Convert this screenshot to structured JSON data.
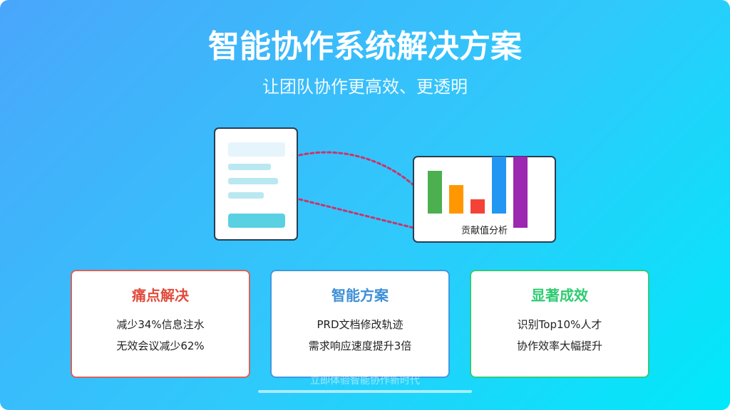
{
  "header": {
    "title": "智能协作系统解决方案",
    "subtitle": "让团队协作更高效、更透明"
  },
  "illustration": {
    "chart_caption": "贡献值分析",
    "bars": [
      {
        "color": "#4caf50",
        "level": 0.6
      },
      {
        "color": "#ff9800",
        "level": 0.4
      },
      {
        "color": "#f44336",
        "level": 0.2
      },
      {
        "color": "#2196f3",
        "level": 0.8
      },
      {
        "color": "#9c27b0",
        "level": 1.0
      }
    ],
    "connector_color": "#c9356b"
  },
  "cards": [
    {
      "title": "痛点解决",
      "title_color": "#e14b3b",
      "border_color": "#d9625a",
      "lines": [
        "减少34%信息注水",
        "无效会议减少62%"
      ]
    },
    {
      "title": "智能方案",
      "title_color": "#3d8fd6",
      "border_color": "#3d9ae0",
      "lines": [
        "PRD文档修改轨迹",
        "需求响应速度提升3倍"
      ]
    },
    {
      "title": "显著成效",
      "title_color": "#2ecc71",
      "border_color": "#2ecc80",
      "lines": [
        "识别Top10%人才",
        "协作效率大幅提升"
      ]
    }
  ],
  "cta": {
    "label": "立即体验智能协作新时代"
  }
}
